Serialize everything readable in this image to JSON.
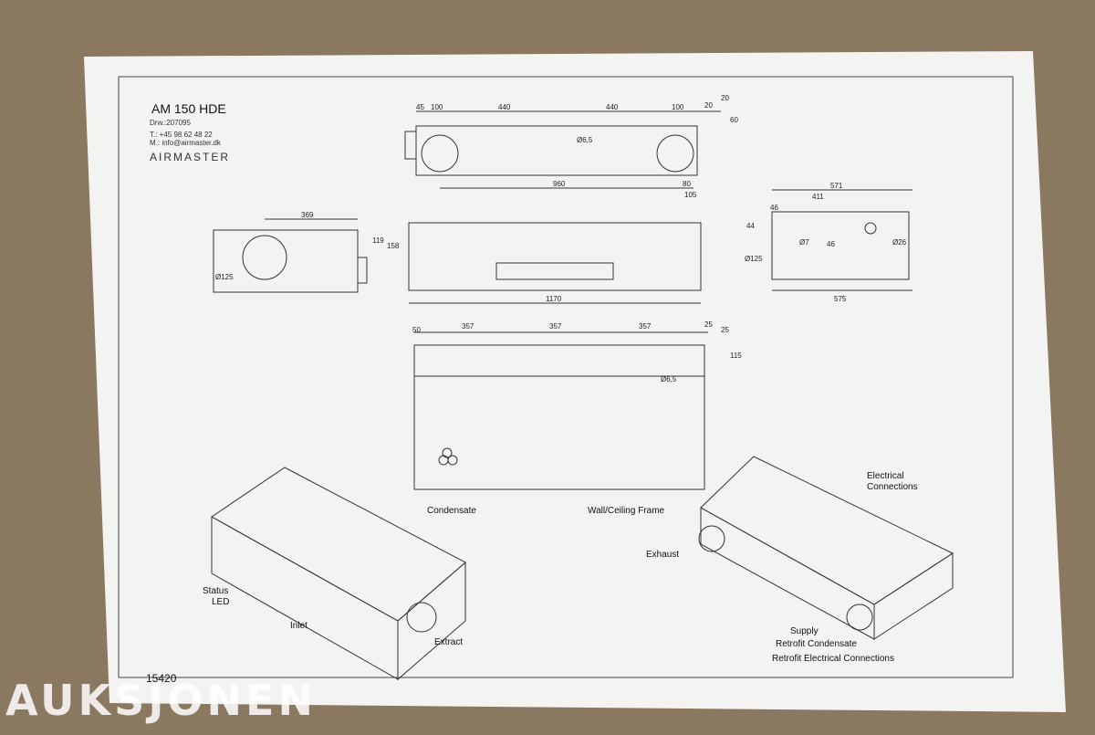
{
  "title": "AM 150 HDE",
  "drawing_no": "Drw.:207095",
  "phone": "T.: +45 98 62 48 22",
  "email": "M.: info@airmaster.dk",
  "logo_text": "AIRMASTER",
  "sheet_number": "15420",
  "watermark": "AUKSJONEN",
  "top_view": {
    "dims": [
      "45",
      "100",
      "440",
      "440",
      "100",
      "20",
      "20",
      "60",
      "960",
      "80",
      "105",
      "Ø6,5"
    ]
  },
  "side_view": {
    "dims": [
      "369",
      "119",
      "158",
      "Ø125"
    ]
  },
  "front_view": {
    "dims": [
      "1170"
    ]
  },
  "end_view": {
    "dims": [
      "571",
      "411",
      "46",
      "44",
      "46",
      "Ø7",
      "Ø26",
      "Ø125",
      "575"
    ]
  },
  "plan_view": {
    "dims": [
      "50",
      "357",
      "357",
      "357",
      "25",
      "25",
      "115",
      "Ø6,5"
    ]
  },
  "labels_left": {
    "condensate": "Condensate",
    "status": "Status",
    "led": "LED",
    "inlet": "Inlet",
    "extract": "Extract"
  },
  "labels_right": {
    "electrical": "Electrical",
    "connections": "Connections",
    "frame": "Wall/Ceiling Frame",
    "exhaust": "Exhaust",
    "supply": "Supply",
    "retrofit_cond": "Retrofit Condensate",
    "retrofit_elec": "Retrofit Electrical Connections"
  }
}
